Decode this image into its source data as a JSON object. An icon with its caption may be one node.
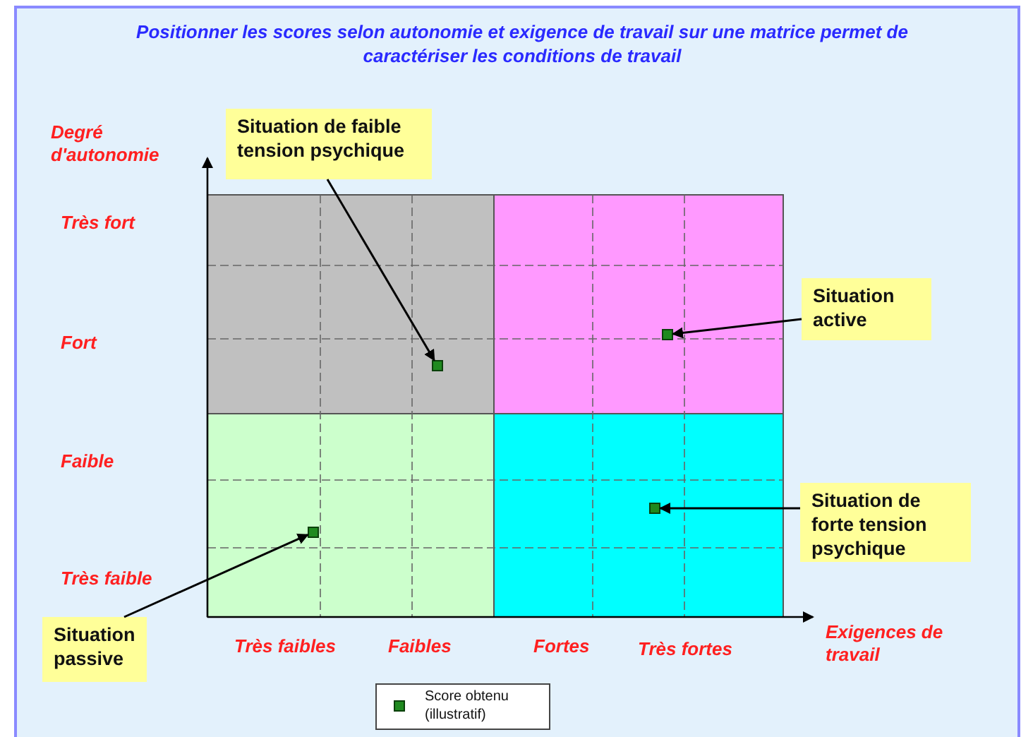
{
  "diagram": {
    "title": "Positionner les scores selon autonomie et exigence de travail sur une matrice permet de caractériser les conditions de travail",
    "nodes": [
      {
        "text": [
          "Situation de faible tension psychique"
        ]
      },
      {
        "text": [
          "Situation active"
        ]
      },
      {
        "text": [
          "Situation de forte tension psychique"
        ]
      },
      {
        "text": [
          "Situation passive"
        ]
      },
      {
        "text": [],
        "shape": "box"
      },
      {
        "text": [],
        "shape": "box"
      },
      {
        "text": [],
        "shape": "box"
      },
      {
        "text": [],
        "shape": "box"
      }
    ],
    "edges": [
      {
        "from": 0,
        "to": 4,
        "arrow": "to"
      },
      {
        "from": 1,
        "to": 5,
        "arrow": "to"
      },
      {
        "from": 2,
        "to": 6,
        "arrow": "to"
      },
      {
        "from": 3,
        "to": 7,
        "arrow": "to"
      }
    ],
    "labels": [
      "Degré d'autonomie",
      "Très fort",
      "Fort",
      "Faible",
      "Très faible",
      "Très faibles",
      "Faibles",
      "Fortes",
      "Très fortes",
      "Exigences de travail"
    ],
    "legend": [
      {
        "text": "Score obtenu (illustratif)",
        "color": "#1f8a1f"
      }
    ]
  }
}
